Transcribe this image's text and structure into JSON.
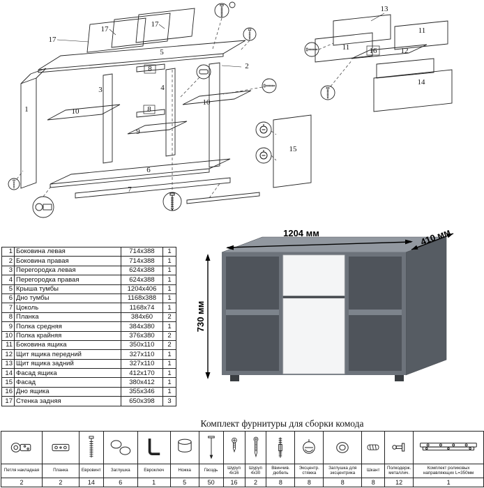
{
  "diagram": {
    "labels": [
      "17",
      "17",
      "17",
      "5",
      "1",
      "3",
      "10",
      "8",
      "4",
      "10",
      "8",
      "9",
      "2",
      "6",
      "7",
      "15",
      "13",
      "11",
      "11",
      "16",
      "12",
      "14"
    ]
  },
  "parts_table": {
    "rows": [
      {
        "num": "1",
        "name": "Боковина левая",
        "size": "714x388",
        "qty": "1"
      },
      {
        "num": "2",
        "name": "Боковина правая",
        "size": "714x388",
        "qty": "1"
      },
      {
        "num": "3",
        "name": "Перегородка левая",
        "size": "624x388",
        "qty": "1"
      },
      {
        "num": "4",
        "name": "Перегородка правая",
        "size": "624x388",
        "qty": "1"
      },
      {
        "num": "5",
        "name": "Крыша тумбы",
        "size": "1204x406",
        "qty": "1"
      },
      {
        "num": "6",
        "name": "Дно тумбы",
        "size": "1168x388",
        "qty": "1"
      },
      {
        "num": "7",
        "name": "Цоколь",
        "size": "1168x74",
        "qty": "1"
      },
      {
        "num": "8",
        "name": "Планка",
        "size": "384x60",
        "qty": "2"
      },
      {
        "num": "9",
        "name": "Полка средняя",
        "size": "384x380",
        "qty": "1"
      },
      {
        "num": "10",
        "name": "Полка крайняя",
        "size": "376x380",
        "qty": "2"
      },
      {
        "num": "11",
        "name": "Боковина ящика",
        "size": "350x110",
        "qty": "2"
      },
      {
        "num": "12",
        "name": "Щит ящика передний",
        "size": "327x110",
        "qty": "1"
      },
      {
        "num": "13",
        "name": "Щит ящика задний",
        "size": "327x110",
        "qty": "1"
      },
      {
        "num": "14",
        "name": "Фасад ящика",
        "size": "412x170",
        "qty": "1"
      },
      {
        "num": "15",
        "name": "Фасад",
        "size": "380x412",
        "qty": "1"
      },
      {
        "num": "16",
        "name": "Дно ящика",
        "size": "355x346",
        "qty": "1"
      },
      {
        "num": "17",
        "name": "Стенка задняя",
        "size": "650x398",
        "qty": "3"
      }
    ]
  },
  "product": {
    "width_label": "1204 мм",
    "depth_label": "410 мм",
    "height_label": "730 мм",
    "colors": {
      "body_gray": "#6d737b",
      "interior_gray": "#4f545b",
      "front_white": "#f4f5f6"
    }
  },
  "hardware": {
    "title": "Комплект фурнитуры для сборки комода",
    "items": [
      {
        "name": "Петля накладная",
        "qty": "2",
        "icon": "hinge-icon"
      },
      {
        "name": "Планка",
        "qty": "2",
        "icon": "plate-icon"
      },
      {
        "name": "Евровинт",
        "qty": "14",
        "icon": "euroscrew-icon"
      },
      {
        "name": "Заглушка",
        "qty": "6",
        "icon": "cap-icon"
      },
      {
        "name": "Евроключ",
        "qty": "1",
        "icon": "hexkey-icon"
      },
      {
        "name": "Ножка",
        "qty": "5",
        "icon": "foot-icon"
      },
      {
        "name": "Гвоздь",
        "qty": "50",
        "icon": "nail-icon"
      },
      {
        "name": "Шуруп 4x16",
        "qty": "16",
        "icon": "screw-icon"
      },
      {
        "name": "Шуруп 4x30",
        "qty": "2",
        "icon": "screw-icon"
      },
      {
        "name": "Ввинчив. дюбель",
        "qty": "8",
        "icon": "dowel-screw-icon"
      },
      {
        "name": "Эксцентр. стяжка",
        "qty": "8",
        "icon": "cam-lock-icon"
      },
      {
        "name": "Заглушка для эксцентрика",
        "qty": "8",
        "icon": "cam-cap-icon"
      },
      {
        "name": "Шкант",
        "qty": "8",
        "icon": "dowel-icon"
      },
      {
        "name": "Полкодерж. металлич.",
        "qty": "12",
        "icon": "shelf-pin-icon"
      },
      {
        "name": "Комплект роликовых направляющих L=350мм",
        "qty": "1",
        "icon": "slide-rail-icon"
      }
    ]
  }
}
